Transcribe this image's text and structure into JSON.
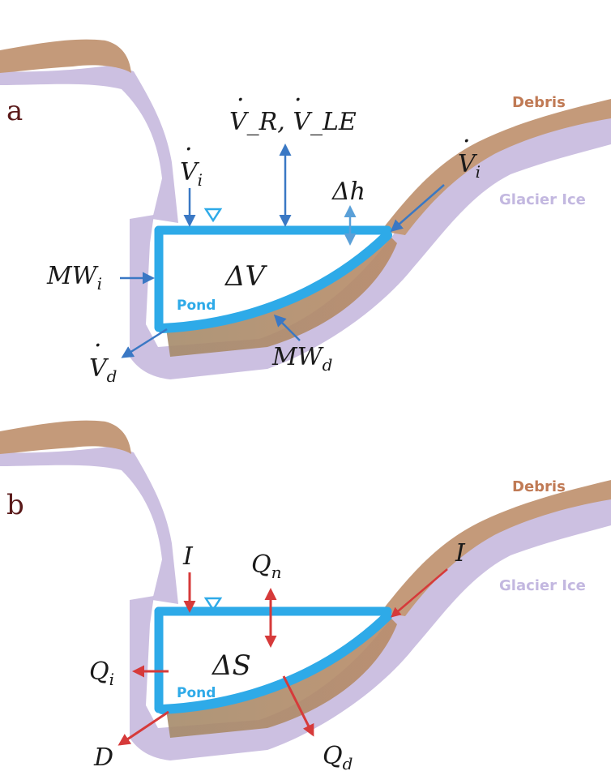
{
  "colors": {
    "debris": "#c49a7a",
    "ice": "#c9bddf",
    "water": "#2eaae8",
    "arrow_a": "#3a78c4",
    "arrow_b": "#d63a3a",
    "text": "#1a1a1a"
  },
  "panel_a": {
    "label": "a",
    "debris_label": "Debris",
    "ice_label": "Glacier Ice",
    "pond_label": "Pond",
    "fluxes": {
      "inflow_left": {
        "base": "V",
        "sub": "i",
        "dot": true
      },
      "inflow_right": {
        "base": "V",
        "sub": "i",
        "dot": true
      },
      "rain_evap": {
        "text": "V_R, V_LE",
        "dot": true
      },
      "level_change": {
        "text": "Δh"
      },
      "volume_change": {
        "text": "ΔV"
      },
      "melt_ice": {
        "base": "MW",
        "sub": "i"
      },
      "melt_debris": {
        "base": "MW",
        "sub": "d"
      },
      "drainage": {
        "base": "V",
        "sub": "d",
        "dot": true
      }
    }
  },
  "panel_b": {
    "label": "b",
    "debris_label": "Debris",
    "ice_label": "Glacier Ice",
    "pond_label": "Pond",
    "fluxes": {
      "inflow_left": {
        "text": "I"
      },
      "inflow_right": {
        "text": "I"
      },
      "net_heat": {
        "base": "Q",
        "sub": "n"
      },
      "storage_change": {
        "text": "ΔS"
      },
      "ice_heat": {
        "base": "Q",
        "sub": "i"
      },
      "debris_heat": {
        "base": "Q",
        "sub": "d"
      },
      "drainage": {
        "text": "D"
      }
    }
  }
}
